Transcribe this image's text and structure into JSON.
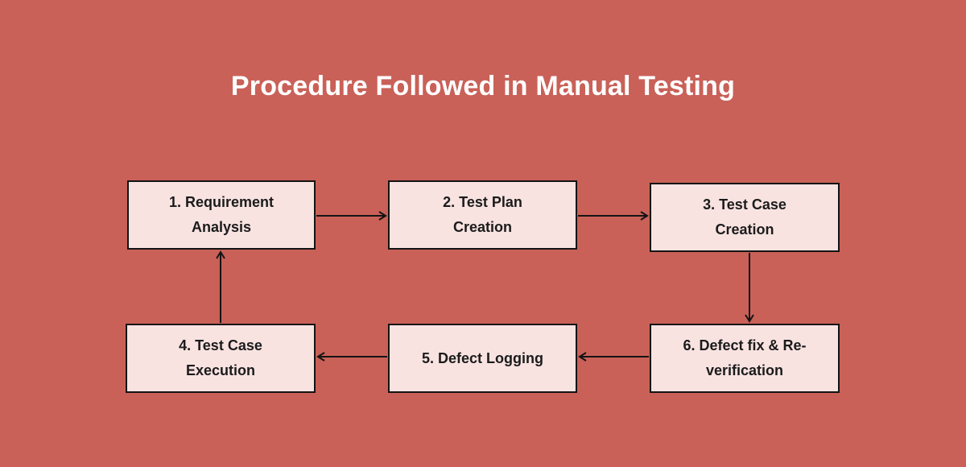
{
  "title": "Procedure Followed in Manual Testing",
  "colors": {
    "background": "#C96158",
    "box_fill": "#F8E3E1",
    "box_border": "#141414",
    "box_text": "#1B1B1B",
    "title_text": "#FFFFFF",
    "arrow": "#141414"
  },
  "diagram": {
    "type": "flowchart-cycle",
    "nodes": [
      {
        "id": "1",
        "lines": [
          "1. Requirement",
          "Analysis"
        ]
      },
      {
        "id": "2",
        "lines": [
          "2. Test Plan",
          "Creation"
        ]
      },
      {
        "id": "3",
        "lines": [
          "3. Test Case",
          "Creation"
        ]
      },
      {
        "id": "4",
        "lines": [
          "4. Test Case",
          "Execution"
        ]
      },
      {
        "id": "5",
        "lines": [
          "5. Defect Logging"
        ]
      },
      {
        "id": "6",
        "lines": [
          "6. Defect fix & Re-",
          "verification"
        ]
      }
    ],
    "edges": [
      {
        "from": "1",
        "to": "2",
        "direction": "right"
      },
      {
        "from": "2",
        "to": "3",
        "direction": "right"
      },
      {
        "from": "3",
        "to": "6",
        "direction": "down"
      },
      {
        "from": "6",
        "to": "5",
        "direction": "left"
      },
      {
        "from": "5",
        "to": "4",
        "direction": "left"
      },
      {
        "from": "4",
        "to": "1",
        "direction": "up"
      }
    ]
  }
}
